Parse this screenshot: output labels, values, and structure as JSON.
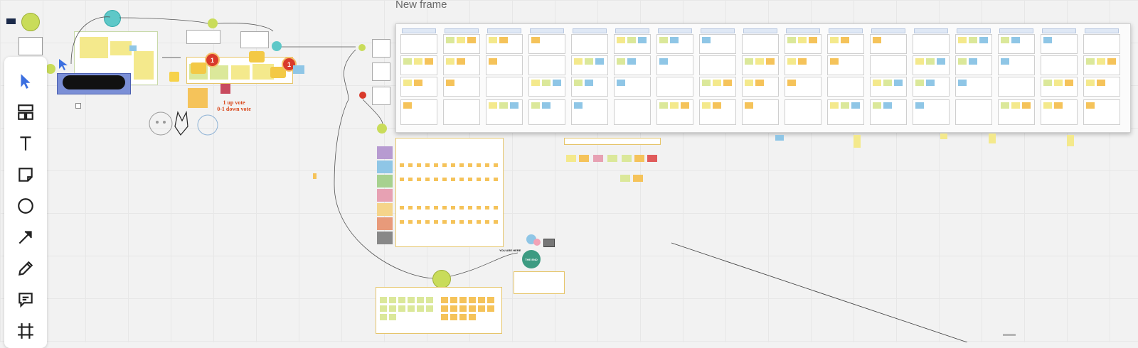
{
  "canvas": {
    "frame_title": "New frame",
    "vote_note_line1": "1 up vote",
    "vote_note_line2": "0-1 down vote",
    "badge_count_1": "1",
    "badge_count_2": "1",
    "end_circle_label": "THE END",
    "you_are_here": "YOU ARE HERE"
  },
  "toolbar": {
    "items": [
      {
        "name": "select-tool",
        "icon": "cursor-arrow-icon"
      },
      {
        "name": "templates-tool",
        "icon": "layout-icon"
      },
      {
        "name": "text-tool",
        "icon": "text-icon"
      },
      {
        "name": "sticky-note-tool",
        "icon": "sticky-note-icon"
      },
      {
        "name": "shape-tool",
        "icon": "circle-icon"
      },
      {
        "name": "connection-line-tool",
        "icon": "arrow-icon"
      },
      {
        "name": "pen-tool",
        "icon": "pencil-icon"
      },
      {
        "name": "comment-tool",
        "icon": "comment-icon"
      },
      {
        "name": "frame-tool",
        "icon": "frame-icon"
      }
    ]
  },
  "colors": {
    "accent": "#3b6fe0",
    "sticky_yellow": "#f4e98c",
    "sticky_orange": "#f5c35a",
    "sticky_green": "#dbe89a",
    "badge_red": "#d93a2b",
    "node_green": "#c9dc5a",
    "node_teal": "#5ec8c8"
  }
}
